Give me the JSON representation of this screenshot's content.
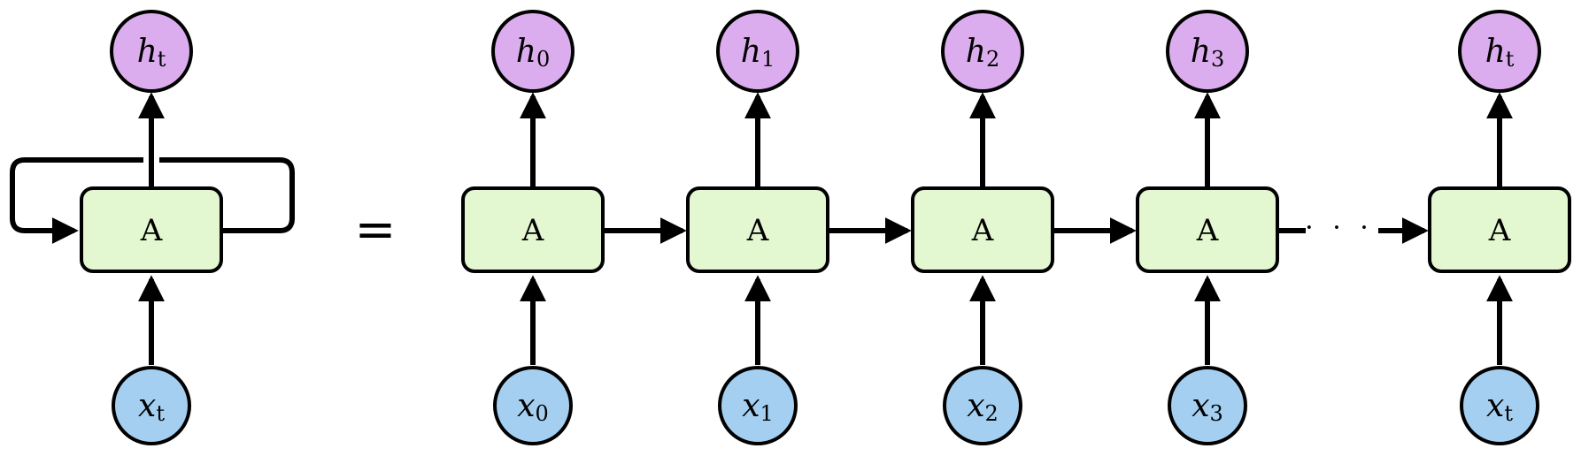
{
  "colors": {
    "cell_fill": "#e3f7d1",
    "output_fill": "#dcadee",
    "input_fill": "#a4cff0",
    "stroke": "#000000"
  },
  "rolled": {
    "cell_label": "A",
    "output": {
      "main": "h",
      "sub": "t"
    },
    "input": {
      "main": "x",
      "sub": "t"
    }
  },
  "equals": "=",
  "ellipsis": "· · ·",
  "unrolled": [
    {
      "cell_label": "A",
      "output": {
        "main": "h",
        "sub": "0"
      },
      "input": {
        "main": "x",
        "sub": "0"
      }
    },
    {
      "cell_label": "A",
      "output": {
        "main": "h",
        "sub": "1"
      },
      "input": {
        "main": "x",
        "sub": "1"
      }
    },
    {
      "cell_label": "A",
      "output": {
        "main": "h",
        "sub": "2"
      },
      "input": {
        "main": "x",
        "sub": "2"
      }
    },
    {
      "cell_label": "A",
      "output": {
        "main": "h",
        "sub": "3"
      },
      "input": {
        "main": "x",
        "sub": "3"
      }
    },
    {
      "cell_label": "A",
      "output": {
        "main": "h",
        "sub": "t"
      },
      "input": {
        "main": "x",
        "sub": "t"
      }
    }
  ]
}
